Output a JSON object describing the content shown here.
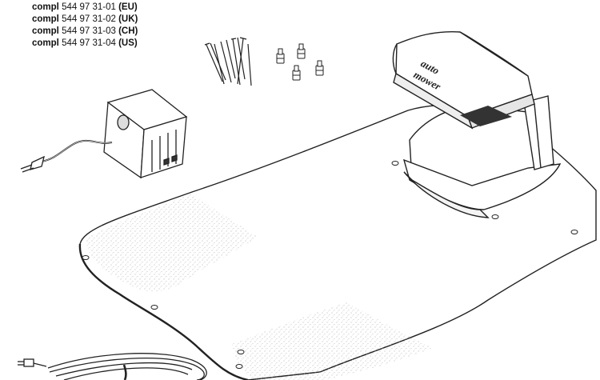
{
  "parts_list": [
    {
      "prefix": "compl",
      "number": "544 97 31-01",
      "region": "(EU)"
    },
    {
      "prefix": "compl",
      "number": "544 97 31-02",
      "region": "(UK)"
    },
    {
      "prefix": "compl",
      "number": "544 97 31-03",
      "region": "(CH)"
    },
    {
      "prefix": "compl",
      "number": "544 97 31-04",
      "region": "(US)"
    }
  ],
  "branding": {
    "line1": "auto",
    "line2": "mower"
  },
  "icons": [
    "pegs-icon",
    "connectors-icon",
    "transformer-icon",
    "charging-station-icon",
    "cable-icon"
  ]
}
